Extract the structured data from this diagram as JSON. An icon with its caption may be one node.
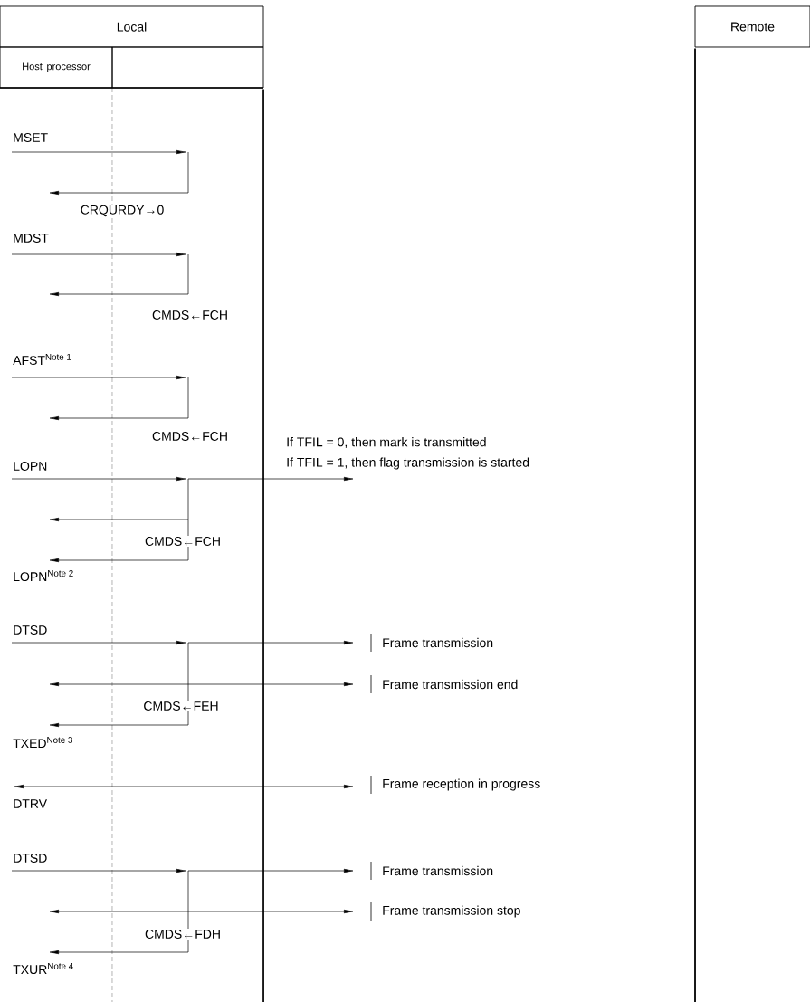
{
  "diagram": {
    "nodes": [
      {
        "text": [
          "Local"
        ]
      },
      {
        "text": [
          "Host processor"
        ]
      },
      {
        "text": [],
        "shape": "box"
      },
      {
        "text": [
          "Remote"
        ]
      }
    ],
    "labels": [
      "MSET",
      "CRQURDY→0",
      "MDST",
      "CMDS←FCH",
      "AFST$^{Note 1}$",
      "CMDS←FCH",
      "If TFIL = 0, then mark is transmitted",
      "If TFIL = 1, then flag transmission is started",
      "LOPN",
      "CMDS←FCH",
      "LOPN$^{Note 2}$",
      "DTSD",
      "Frame transmission",
      "Frame transmission end",
      "CMDS←FEH",
      "TXED$^{Note 3}$",
      "Frame reception in progress",
      "DTRV",
      "DTSD",
      "Frame transmission",
      "Frame transmission stop",
      "CMDS←FDH",
      "TXUR$^{Note 4}$"
    ]
  }
}
